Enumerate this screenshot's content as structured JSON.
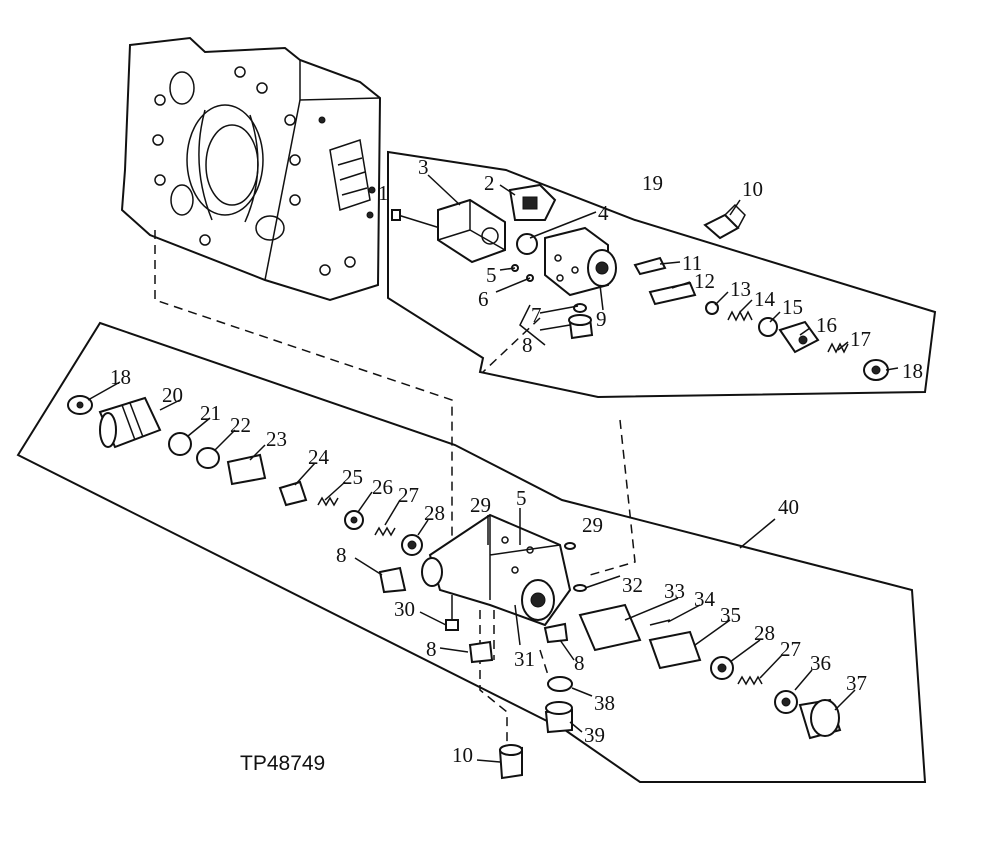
{
  "figure_id": "TP48749",
  "callouts": [
    {
      "id": "c1",
      "text": "1"
    },
    {
      "id": "c2",
      "text": "2"
    },
    {
      "id": "c3",
      "text": "3"
    },
    {
      "id": "c4",
      "text": "4"
    },
    {
      "id": "c5a",
      "text": "5"
    },
    {
      "id": "c6",
      "text": "6"
    },
    {
      "id": "c7",
      "text": "7"
    },
    {
      "id": "c8a",
      "text": "8"
    },
    {
      "id": "c9",
      "text": "9"
    },
    {
      "id": "c10a",
      "text": "10"
    },
    {
      "id": "c11",
      "text": "11"
    },
    {
      "id": "c12",
      "text": "12"
    },
    {
      "id": "c13",
      "text": "13"
    },
    {
      "id": "c14",
      "text": "14"
    },
    {
      "id": "c15",
      "text": "15"
    },
    {
      "id": "c16",
      "text": "16"
    },
    {
      "id": "c17",
      "text": "17"
    },
    {
      "id": "c18a",
      "text": "18"
    },
    {
      "id": "c19",
      "text": "19"
    },
    {
      "id": "c18b",
      "text": "18"
    },
    {
      "id": "c20",
      "text": "20"
    },
    {
      "id": "c21",
      "text": "21"
    },
    {
      "id": "c22",
      "text": "22"
    },
    {
      "id": "c23",
      "text": "23"
    },
    {
      "id": "c24",
      "text": "24"
    },
    {
      "id": "c25",
      "text": "25"
    },
    {
      "id": "c26",
      "text": "26"
    },
    {
      "id": "c27a",
      "text": "27"
    },
    {
      "id": "c28a",
      "text": "28"
    },
    {
      "id": "c29a",
      "text": "29"
    },
    {
      "id": "c5b",
      "text": "5"
    },
    {
      "id": "c29b",
      "text": "29"
    },
    {
      "id": "c40",
      "text": "40"
    },
    {
      "id": "c8b",
      "text": "8"
    },
    {
      "id": "c32",
      "text": "32"
    },
    {
      "id": "c33",
      "text": "33"
    },
    {
      "id": "c34",
      "text": "34"
    },
    {
      "id": "c35",
      "text": "35"
    },
    {
      "id": "c28b",
      "text": "28"
    },
    {
      "id": "c27b",
      "text": "27"
    },
    {
      "id": "c36",
      "text": "36"
    },
    {
      "id": "c37",
      "text": "37"
    },
    {
      "id": "c30",
      "text": "30"
    },
    {
      "id": "c8c",
      "text": "8"
    },
    {
      "id": "c31",
      "text": "31"
    },
    {
      "id": "c8d",
      "text": "8"
    },
    {
      "id": "c38",
      "text": "38"
    },
    {
      "id": "c39",
      "text": "39"
    },
    {
      "id": "c10b",
      "text": "10"
    }
  ]
}
